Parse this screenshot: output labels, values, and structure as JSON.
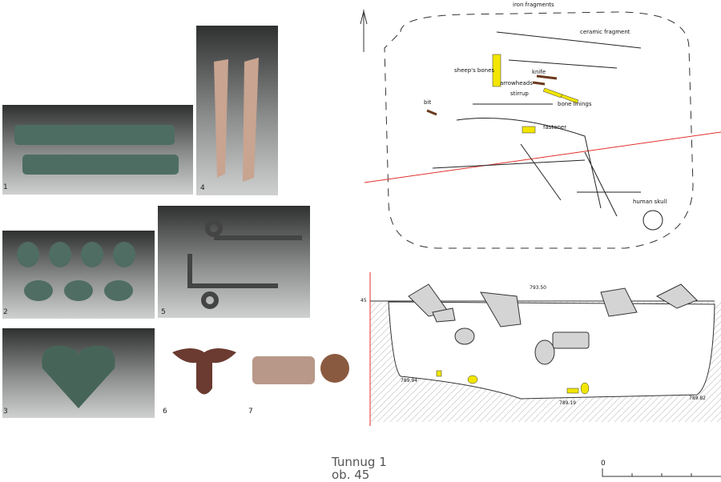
{
  "panels": [
    {
      "n": "1"
    },
    {
      "n": "2"
    },
    {
      "n": "3"
    },
    {
      "n": "4"
    },
    {
      "n": "5"
    },
    {
      "n": "6"
    },
    {
      "n": "7"
    }
  ],
  "plan_labels": {
    "iron": "iron fragments",
    "ceramic": "ceramic fragment",
    "sheep": "sheep's bones",
    "knife": "knife",
    "arrow": "arrowheads",
    "bone": "bone linings",
    "stirrup": "stirrup",
    "bit": "bit",
    "fastener": "fastener",
    "skull": "human skull"
  },
  "section": {
    "level": "45",
    "top": "793.50",
    "left": "789.94",
    "mid": "789.19",
    "right": "789.82"
  },
  "caption": {
    "line1": "Tunnug 1",
    "line2": "ob. 45"
  },
  "scale": {
    "zero": "0"
  },
  "colors": {
    "find": "#f2e600",
    "stone": "#d4d4d4",
    "line": "#e0302a"
  }
}
